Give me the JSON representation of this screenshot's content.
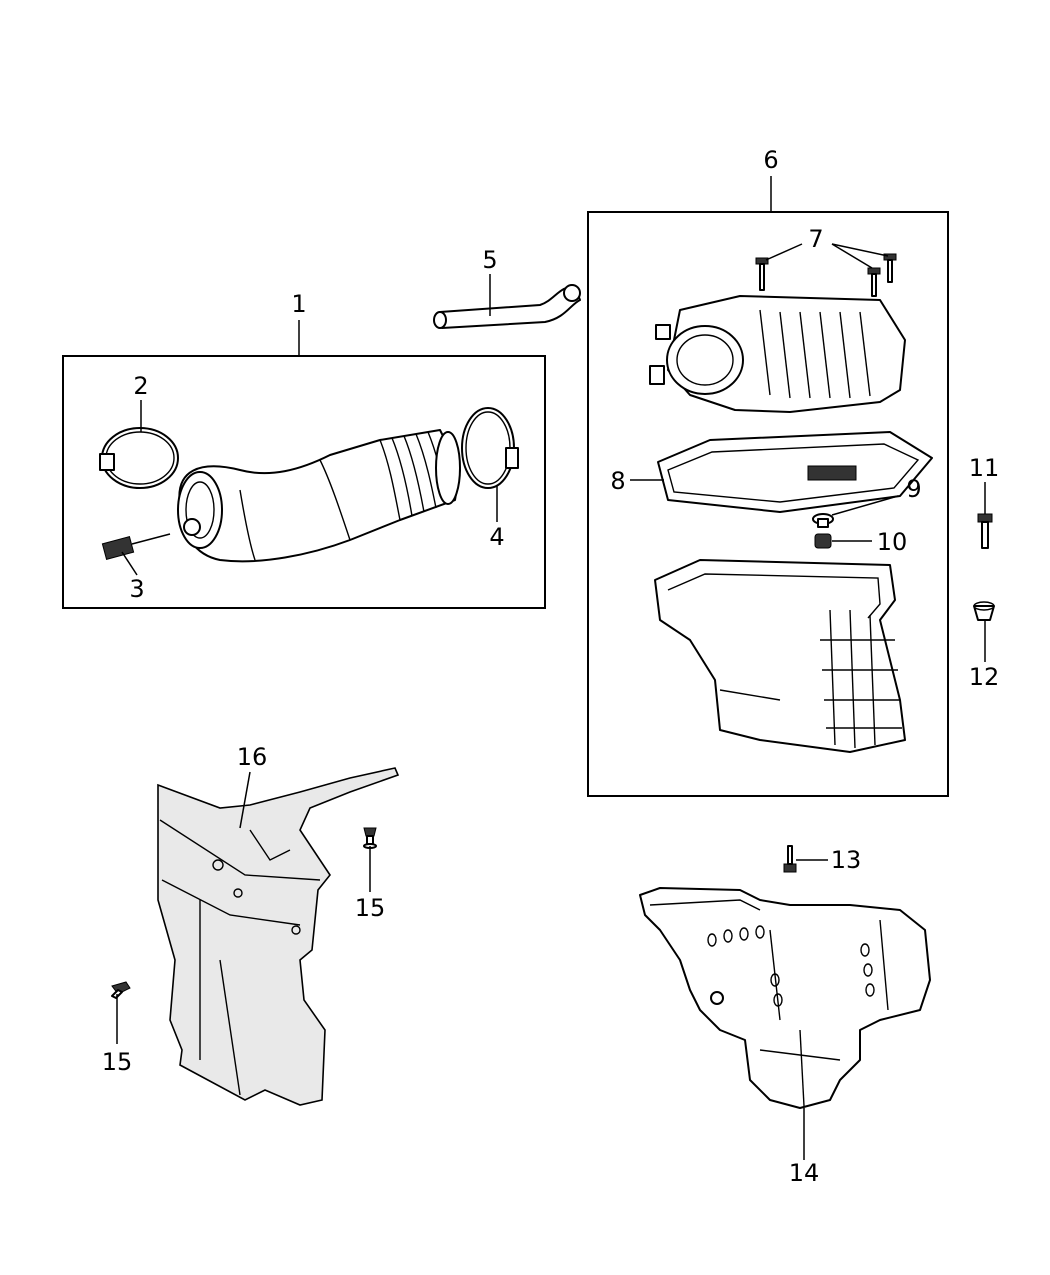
{
  "diagram": {
    "callouts": {
      "c1": "1",
      "c2": "2",
      "c3": "3",
      "c4": "4",
      "c5": "5",
      "c6": "6",
      "c7": "7",
      "c8": "8",
      "c9": "9",
      "c10": "10",
      "c11": "11",
      "c12": "12",
      "c13": "13",
      "c14": "14",
      "c15a": "15",
      "c15b": "15",
      "c16": "16"
    },
    "icons": {
      "p1": "air-inlet-duct-icon",
      "p2": "hose-clamp-icon",
      "p3": "sensor-icon",
      "p4": "hose-clamp-icon",
      "p5": "vent-hose-icon",
      "p6": "air-cleaner-assembly-icon",
      "p7": "bolt-icon",
      "p8": "air-filter-element-icon",
      "p9": "grommet-icon",
      "p10": "isolator-icon",
      "p11": "bolt-icon",
      "p12": "nut-icon",
      "p13": "bolt-icon",
      "p14": "air-intake-resonator-icon",
      "p15": "push-pin-icon",
      "p16": "heat-shield-icon"
    }
  }
}
